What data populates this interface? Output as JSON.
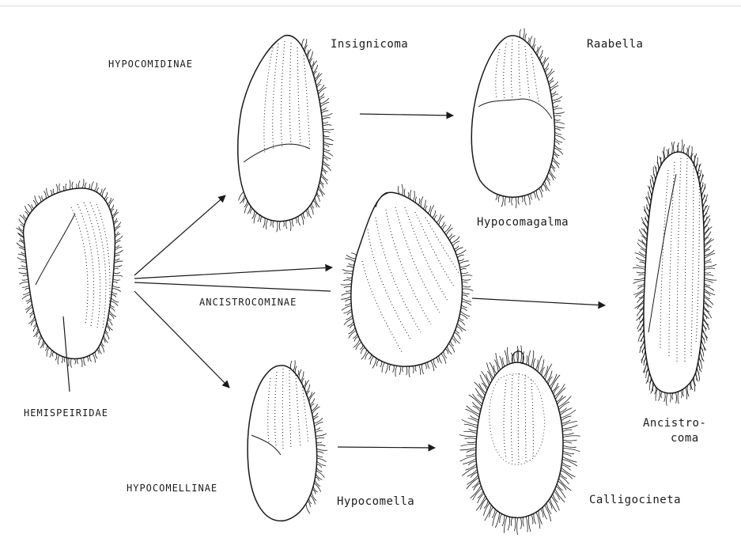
{
  "colors": {
    "ink": "#1a1a1a",
    "background": "#ffffff"
  },
  "labels": {
    "hypocomidinae": "HYPOCOMIDINAE",
    "insignicoma": "Insignicoma",
    "raabella": "Raabella",
    "hypocomagalma": "Hypocomagalma",
    "ancistrocominae": "ANCISTROCOMINAE",
    "hemispeiridae": "HEMISPEIRIDAE",
    "ancistrocoma_line1": "Ancistro-",
    "ancistrocoma_line2": "coma",
    "hypocomellinae": "HYPOCOMELLINAE",
    "hypocomella": "Hypocomella",
    "calligocineta": "Calligocineta"
  }
}
